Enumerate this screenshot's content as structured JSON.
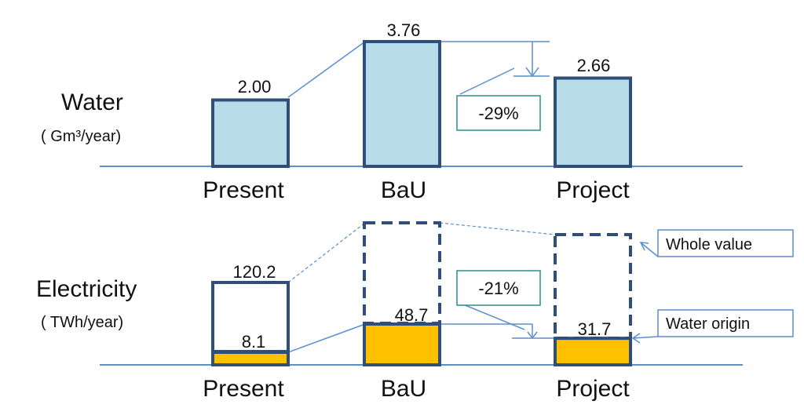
{
  "colors": {
    "bar_stroke": "#2f4f7a",
    "water_fill": "#b7dde8",
    "water_origin_fill": "#ffc000",
    "line": "#5b8fd0",
    "box_stroke": "#2e8b8b"
  },
  "chart_data": [
    {
      "type": "bar",
      "title": "Water",
      "unit": "( Gm³/year)",
      "categories": [
        "Present",
        "BaU",
        "Project"
      ],
      "values": [
        2.0,
        3.76,
        2.66
      ],
      "value_labels": [
        "2.00",
        "3.76",
        "2.66"
      ],
      "ylim": [
        0,
        3.76
      ],
      "annotation": "-29%"
    },
    {
      "type": "bar",
      "title": "Electricity",
      "unit": "( TWh/year)",
      "categories": [
        "Present",
        "BaU",
        "Project"
      ],
      "series": [
        {
          "name": "Whole value",
          "values": [
            120.2,
            null,
            null
          ],
          "value_labels": [
            "120.2",
            "",
            ""
          ]
        },
        {
          "name": "Water origin",
          "values": [
            8.1,
            48.7,
            31.7
          ],
          "value_labels": [
            "8.1",
            "48.7",
            "31.7"
          ]
        }
      ],
      "annotation": "-21%",
      "legend": [
        "Whole value",
        "Water origin"
      ]
    }
  ]
}
